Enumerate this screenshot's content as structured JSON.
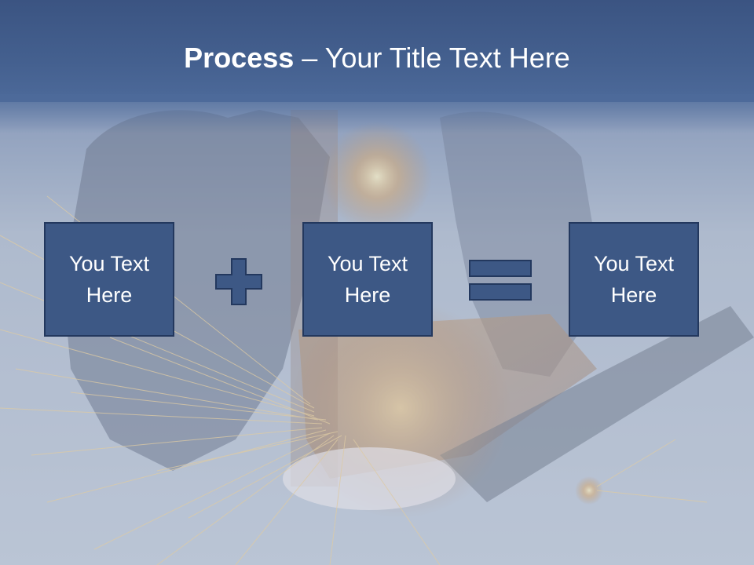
{
  "slide": {
    "title_bold": "Process",
    "title_rest": " – Your Title Text Here"
  },
  "process": {
    "items": [
      {
        "text": "You Text Here"
      },
      {
        "text": "You Text Here"
      },
      {
        "text": "You Text Here"
      }
    ],
    "operators": [
      "plus-icon",
      "equals-icon"
    ]
  },
  "colors": {
    "header": "#3b5482",
    "box_fill": "#3d5885",
    "box_border": "#23385e",
    "text": "#ffffff"
  }
}
